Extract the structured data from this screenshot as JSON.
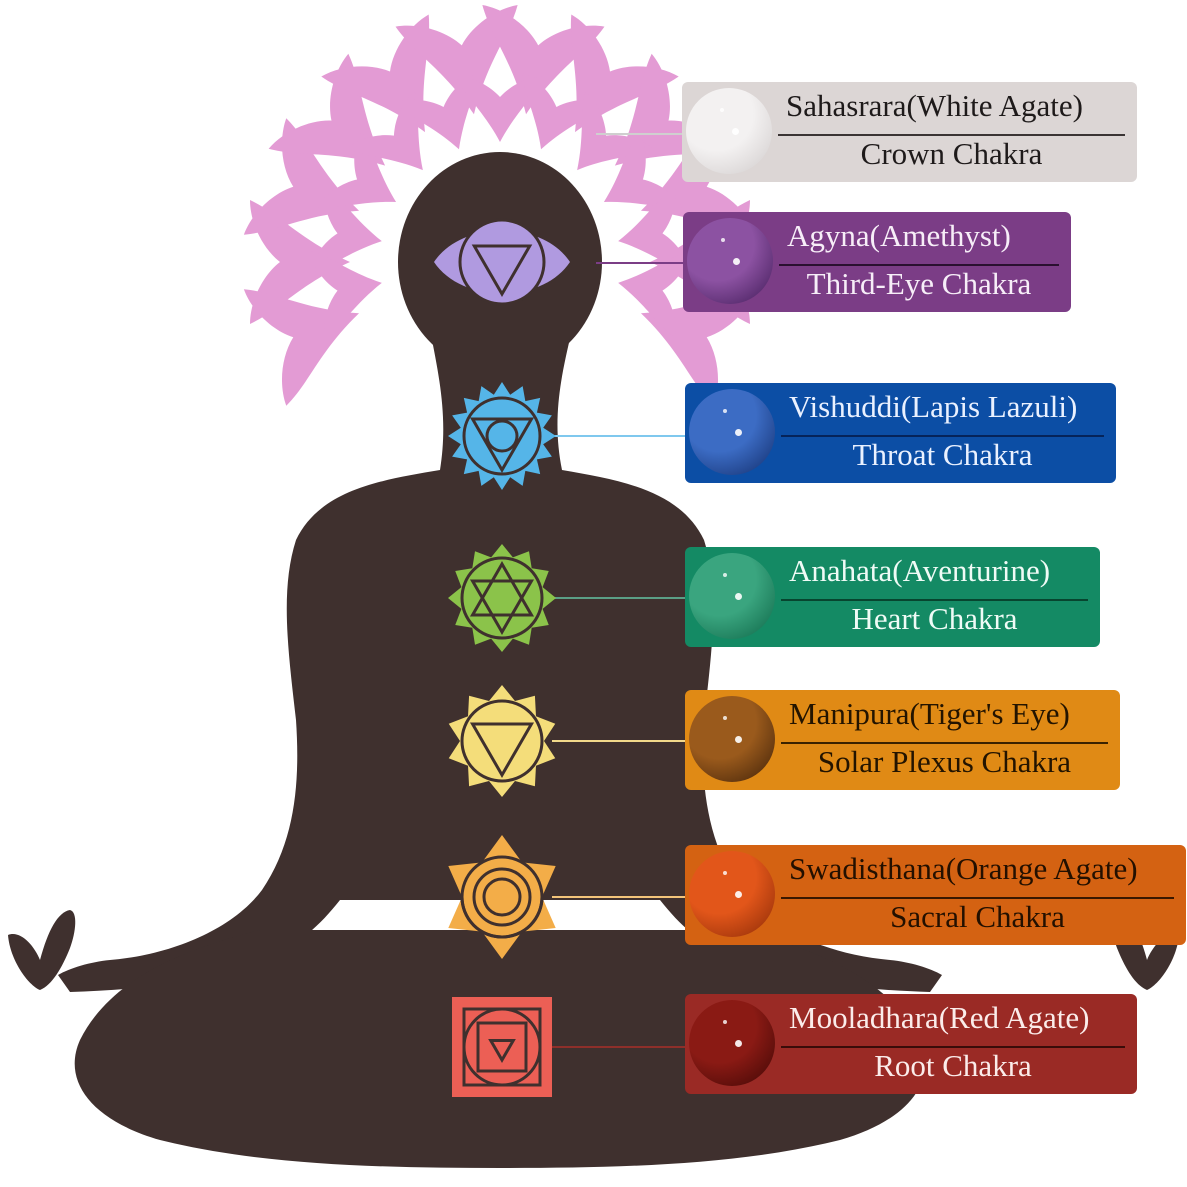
{
  "colors": {
    "silhouette": "#3f302e",
    "lotus": "#e39bd4",
    "connector_default": "#cccccc"
  },
  "chakras": [
    {
      "id": "crown",
      "stone_name": "Sahasrara(White Agate)",
      "chakra_name": "Crown Chakra",
      "box_color": "#dcd6d5",
      "text_color": "#1e1a1a",
      "rule_color": "#3a3434",
      "stone_color": "#f3f1f1",
      "stone_shade": "#cfcaca",
      "symbol_color": "#e39bd4",
      "connector_color": "#cfcfcf",
      "icon": "lotus-icon"
    },
    {
      "id": "third-eye",
      "stone_name": "Agyna(Amethyst)",
      "chakra_name": "Third-Eye Chakra",
      "box_color": "#7b3d86",
      "text_color": "#f7eef8",
      "rule_color": "#2a1030",
      "stone_color": "#8c52a2",
      "stone_shade": "#3f1a56",
      "symbol_color": "#b09ae0",
      "connector_color": "#7b3d86",
      "icon": "third-eye-icon"
    },
    {
      "id": "throat",
      "stone_name": "Vishuddi(Lapis Lazuli)",
      "chakra_name": "Throat Chakra",
      "box_color": "#0c4ea5",
      "text_color": "#eaf1ff",
      "rule_color": "#06245a",
      "stone_color": "#3c6cc4",
      "stone_shade": "#112c6a",
      "symbol_color": "#55b5e8",
      "connector_color": "#7fc8ee",
      "icon": "throat-chakra-icon"
    },
    {
      "id": "heart",
      "stone_name": "Anahata(Aventurine)",
      "chakra_name": "Heart Chakra",
      "box_color": "#148a64",
      "text_color": "#effbf6",
      "rule_color": "#07452f",
      "stone_color": "#3aa57f",
      "stone_shade": "#0d6546",
      "symbol_color": "#8bc34a",
      "connector_color": "#5b9f86",
      "icon": "heart-chakra-icon"
    },
    {
      "id": "solar-plexus",
      "stone_name": "Manipura(Tiger's Eye)",
      "chakra_name": "Solar Plexus Chakra",
      "box_color": "#e08a15",
      "text_color": "#231400",
      "rule_color": "#3a2200",
      "stone_color": "#9a5a1c",
      "stone_shade": "#3e2008",
      "symbol_color": "#f4dd7a",
      "connector_color": "#f2d98a",
      "icon": "solar-plexus-icon"
    },
    {
      "id": "sacral",
      "stone_name": "Swadisthana(Orange Agate)",
      "chakra_name": "Sacral Chakra",
      "box_color": "#d46212",
      "text_color": "#231000",
      "rule_color": "#3a1800",
      "stone_color": "#e2561a",
      "stone_shade": "#8a2a06",
      "symbol_color": "#f3ad48",
      "connector_color": "#f3c47a",
      "icon": "sacral-chakra-icon"
    },
    {
      "id": "root",
      "stone_name": "Mooladhara(Red Agate)",
      "chakra_name": "Root Chakra",
      "box_color": "#9a2a25",
      "text_color": "#fbecea",
      "rule_color": "#3a0c09",
      "stone_color": "#8a1a14",
      "stone_shade": "#3d0705",
      "symbol_color": "#ec5f55",
      "connector_color": "#8e2f2a",
      "icon": "root-chakra-icon"
    }
  ]
}
